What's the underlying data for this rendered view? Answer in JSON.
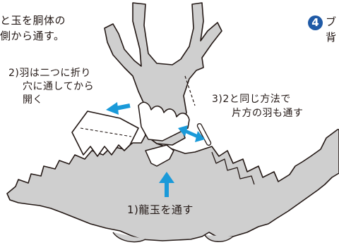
{
  "intro_text": {
    "line1": "と玉を胴体の",
    "line2": "側から通す。"
  },
  "step": {
    "number": "4",
    "text_line1": "ブ",
    "text_line2": "背"
  },
  "labels": {
    "wing_fold_line1": "2)羽は二つに折り",
    "wing_fold_line2": "穴に通してから",
    "wing_fold_line3": "開く",
    "other_wing_line1": "3)2と同じ方法で",
    "other_wing_line2": "片方の羽も通す",
    "ball_pass": "1)龍玉を通す"
  },
  "colors": {
    "body_fill": "#cfcfcf",
    "outline": "#231815",
    "arrow": "#1a9ad9",
    "badge": "#1f5aa6",
    "wing_fill": "#ffffff"
  },
  "icons": [
    "arrow-up-icon",
    "arrow-left-icon",
    "double-arrow-icon"
  ]
}
